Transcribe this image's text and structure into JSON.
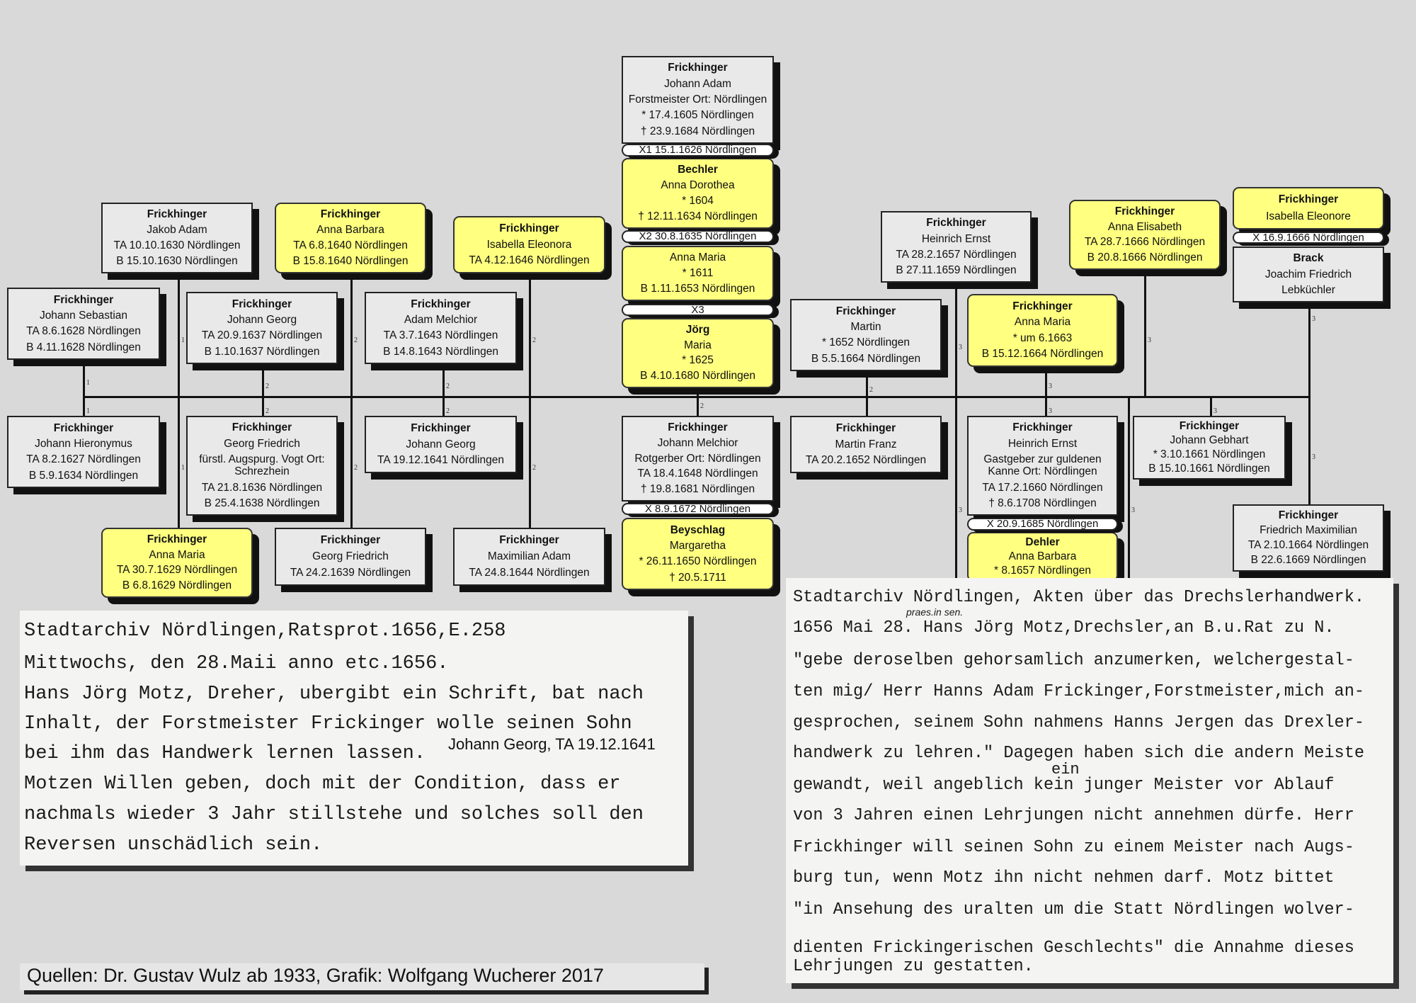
{
  "persons": [
    {
      "lines": [
        "Frickhinger",
        "Johann Adam",
        "Forstmeister Ort: Nördlingen",
        "* 17.4.1605 Nördlingen",
        "† 23.9.1684 Nördlingen"
      ],
      "highlight": false
    },
    {
      "lines": [
        "Bechler",
        "Anna Dorothea",
        "* 1604",
        "† 12.11.1634 Nördlingen"
      ],
      "highlight": true
    },
    {
      "lines": [
        "Anna Maria",
        "* 1611",
        "B 1.11.1653 Nördlingen"
      ],
      "highlight": true
    },
    {
      "lines": [
        "Jörg",
        "Maria",
        "* 1625",
        "B 4.10.1680 Nördlingen"
      ],
      "highlight": true
    },
    {
      "lines": [
        "Frickhinger",
        "Jakob Adam",
        "TA 10.10.1630 Nördlingen",
        "B 15.10.1630 Nördlingen"
      ],
      "highlight": false
    },
    {
      "lines": [
        "Frickhinger",
        "Anna Barbara",
        "TA 6.8.1640 Nördlingen",
        "B 15.8.1640 Nördlingen"
      ],
      "highlight": true
    },
    {
      "lines": [
        "Frickhinger",
        "Isabella Eleonora",
        "TA 4.12.1646 Nördlingen"
      ],
      "highlight": true
    },
    {
      "lines": [
        "Frickhinger",
        "Johann Sebastian",
        "TA 8.6.1628 Nördlingen",
        "B 4.11.1628 Nördlingen"
      ],
      "highlight": false
    },
    {
      "lines": [
        "Frickhinger",
        "Johann Georg",
        "TA 20.9.1637 Nördlingen",
        "B 1.10.1637 Nördlingen"
      ],
      "highlight": false
    },
    {
      "lines": [
        "Frickhinger",
        "Adam Melchior",
        "TA 3.7.1643 Nördlingen",
        "B 14.8.1643 Nördlingen"
      ],
      "highlight": false
    },
    {
      "lines": [
        "Frickhinger",
        "Heinrich Ernst",
        "TA 28.2.1657 Nördlingen",
        "B 27.11.1659 Nördlingen"
      ],
      "highlight": false
    },
    {
      "lines": [
        "Frickhinger",
        "Martin",
        "* 1652 Nördlingen",
        "B 5.5.1664 Nördlingen"
      ],
      "highlight": false
    },
    {
      "lines": [
        "Frickhinger",
        "Anna Maria",
        "* um 6.1663",
        "B 15.12.1664 Nördlingen"
      ],
      "highlight": true
    },
    {
      "lines": [
        "Frickhinger",
        "Anna Elisabeth",
        "TA 28.7.1666 Nördlingen",
        "B 20.8.1666 Nördlingen"
      ],
      "highlight": true
    },
    {
      "lines": [
        "Frickhinger",
        "Isabella Eleonore"
      ],
      "highlight": true
    },
    {
      "lines": [
        "Brack",
        "Joachim Friedrich",
        "Lebküchler"
      ],
      "highlight": false
    },
    {
      "lines": [
        "Frickhinger",
        "Johann Hieronymus",
        "TA 8.2.1627 Nördlingen",
        "B 5.9.1634 Nördlingen"
      ],
      "highlight": false
    },
    {
      "lines": [
        "Frickhinger",
        "Georg Friedrich",
        "fürstl. Augspurg. Vogt Ort: Schrezhein",
        "TA 21.8.1636 Nördlingen",
        "B 25.4.1638 Nördlingen"
      ],
      "highlight": false
    },
    {
      "lines": [
        "Frickhinger",
        "Johann Georg",
        "TA 19.12.1641 Nördlingen"
      ],
      "highlight": false
    },
    {
      "lines": [
        "Frickhinger",
        "Johann Melchior",
        "Rotgerber Ort: Nördlingen",
        "TA 18.4.1648 Nördlingen",
        "† 19.8.1681 Nördlingen"
      ],
      "highlight": false
    },
    {
      "lines": [
        "Beyschlag",
        "Margaretha",
        "* 26.11.1650 Nördlingen",
        "† 20.5.1711"
      ],
      "highlight": true
    },
    {
      "lines": [
        "Frickhinger",
        "Martin Franz",
        "TA 20.2.1652 Nördlingen"
      ],
      "highlight": false
    },
    {
      "lines": [
        "Frickhinger",
        "Heinrich Ernst",
        "Gastgeber zur guldenen Kanne Ort: Nördlingen",
        "TA 17.2.1660 Nördlingen",
        "† 8.6.1708 Nördlingen"
      ],
      "highlight": false
    },
    {
      "lines": [
        "Dehler",
        "Anna Barbara",
        "* 8.1657 Nördlingen"
      ],
      "highlight": true
    },
    {
      "lines": [
        "Frickhinger",
        "Johann Gebhart",
        "* 3.10.1661 Nördlingen",
        "B 15.10.1661 Nördlingen"
      ],
      "highlight": false
    },
    {
      "lines": [
        "Frickhinger",
        "Friedrich Maximilian",
        "TA 2.10.1664 Nördlingen",
        "B 22.6.1669 Nördlingen"
      ],
      "highlight": false
    },
    {
      "lines": [
        "Frickhinger",
        "Anna Maria",
        "TA 30.7.1629 Nördlingen",
        "B 6.8.1629 Nördlingen"
      ],
      "highlight": true
    },
    {
      "lines": [
        "Frickhinger",
        "Georg Friedrich",
        "TA 24.2.1639 Nördlingen"
      ],
      "highlight": false
    },
    {
      "lines": [
        "Frickhinger",
        "Maximilian Adam",
        "TA 24.8.1644 Nördlingen"
      ],
      "highlight": false
    }
  ],
  "marriages": [
    "X1 15.1.1626 Nördlingen",
    "X2 30.8.1635 Nördlingen",
    "X3",
    "X 16.9.1666 Nördlingen",
    "X 8.9.1672 Nördlingen",
    "X 20.9.1685 Nördlingen"
  ],
  "line_labels": [
    "1",
    "1",
    "1",
    "1",
    "2",
    "2",
    "2",
    "2",
    "2",
    "2",
    "2",
    "2",
    "2",
    "2",
    "3",
    "3",
    "3",
    "3",
    "3",
    "3",
    "3",
    "3",
    "3"
  ],
  "doc_left": {
    "lines": [
      "Stadtarchiv Nördlingen,Ratsprot.1656,E.258",
      "Mittwochs, den 28.Maii anno etc.1656.",
      "Hans Jörg Motz, Dreher, ubergibt ein Schrift, bat nach",
      "Inhalt, der Forstmeister Frickinger wolle seinen Sohn",
      "bei ihm das Handwerk lernen lassen.",
      "Motzen Willen geben, doch mit der Condition, dass er",
      "nachmals wieder 3 Jahr stillstehe und solches soll den",
      "Reversen unschädlich sein."
    ],
    "annotation": "Johann Georg, TA 19.12.1641"
  },
  "doc_right": {
    "lines": [
      "Stadtarchiv Nördlingen, Akten über das Drechslerhandwerk.",
      "1656 Mai 28.  Hans Jörg Motz,Drechsler,an B.u.Rat zu N.",
      "\"gebe deroselben gehorsamlich anzumerken, welchergestal-",
      "ten mig/ Herr Hanns Adam Frickinger,Forstmeister,mich an-",
      "gesprochen, seinem Sohn nahmens Hanns Jergen das Drexler-",
      "handwerk zu lehren.\" Dagegen haben sich die andern Meiste",
      "gewandt, weil angeblich kein junger Meister vor Ablauf",
      "von 3 Jahren einen Lehrjungen nicht annehmen dürfe. Herr",
      "Frickhinger will seinen Sohn zu einem Meister nach Augs-",
      "burg tun, wenn Motz ihn nicht nehmen darf. Motz bittet",
      "\"in Ansehung des uralten um die Statt Nördlingen wolver-",
      "dienten Frickingerischen Geschlechts\" die Annahme dieses",
      "Lehrjungen zu gestatten."
    ],
    "handwritten": "praes.in sen.",
    "insert": "ein"
  },
  "sources": "Quellen: Dr. Gustav Wulz ab 1933, Grafik: Wolfgang Wucherer 2017"
}
